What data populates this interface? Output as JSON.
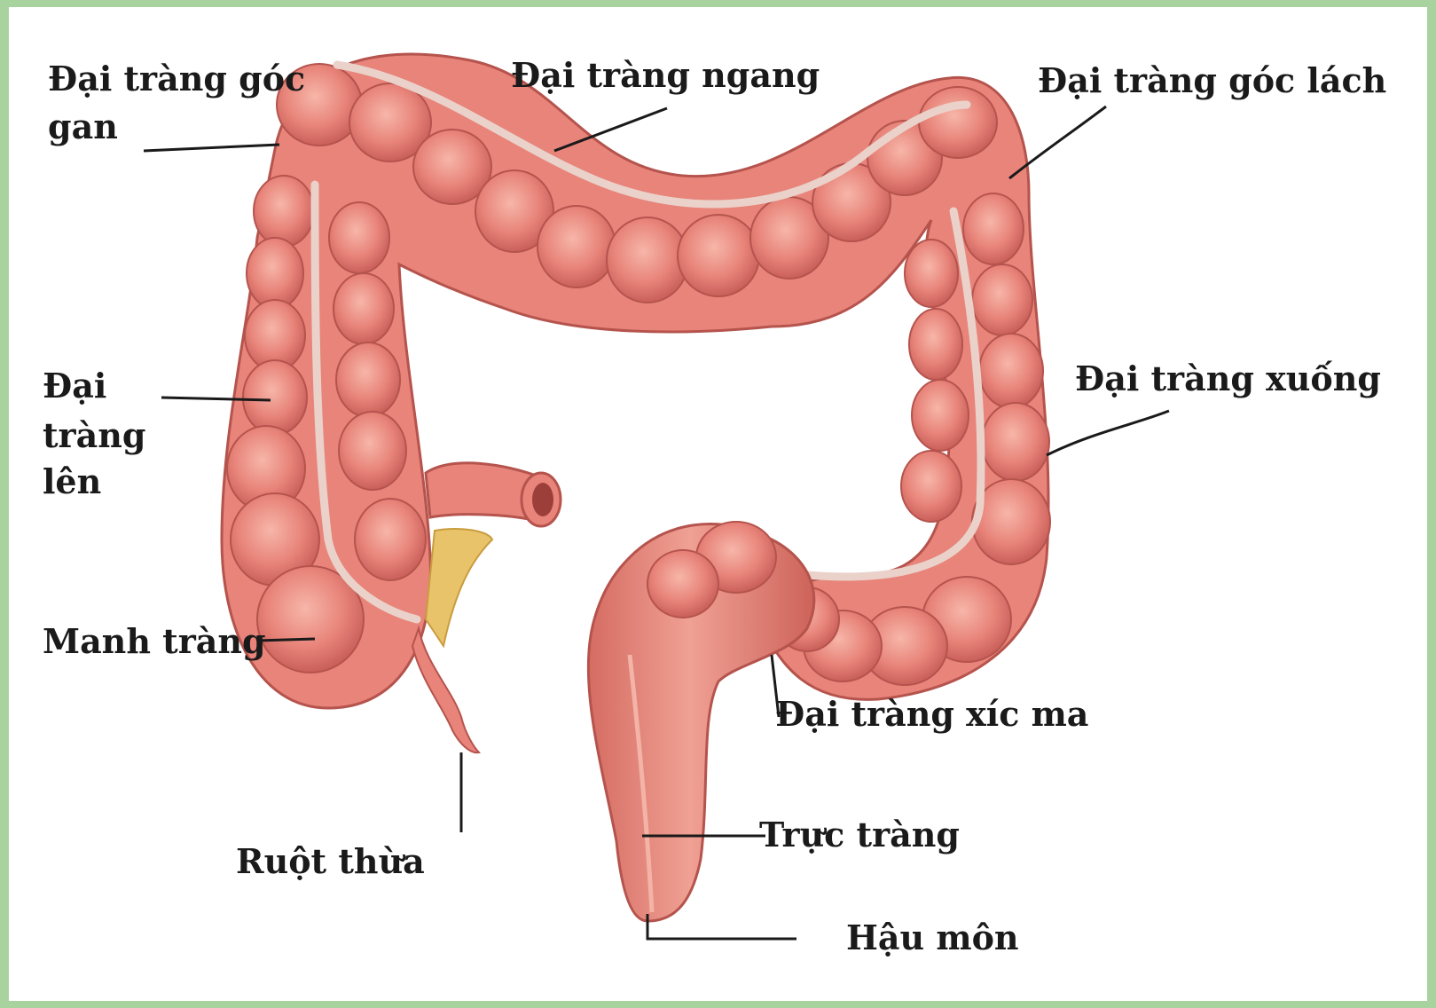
{
  "diagram": {
    "colors": {
      "tissue": "#e8847a",
      "tissue_light": "#f4a99d",
      "tissue_dark": "#c9605a",
      "band": "#e8cfc7",
      "mesoappendix": "#e9c36a",
      "background_border": "#a9d39e",
      "leader_line": "#1a1a1a"
    },
    "labels": {
      "hepatic_flexure_1": "Đại tràng góc",
      "hepatic_flexure_2": "gan",
      "transverse_colon": "Đại tràng ngang",
      "splenic_flexure": "Đại tràng góc lách",
      "ascending_1": "Đại",
      "ascending_2": "tràng",
      "ascending_3": "lên",
      "descending_colon": "Đại tràng xuống",
      "cecum": "Manh tràng",
      "sigmoid_colon": "Đại tràng xíc ma",
      "appendix": "Ruột thừa",
      "rectum": "Trực tràng",
      "anus": "Hậu môn"
    }
  }
}
